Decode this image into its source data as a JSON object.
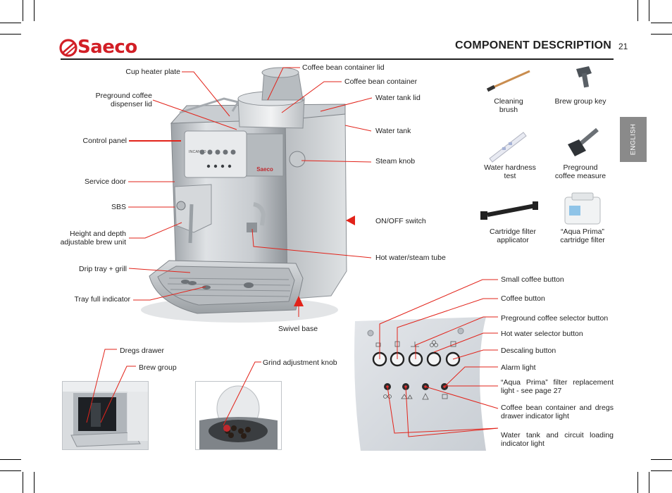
{
  "brand": "Saeco",
  "header": {
    "title": "COMPONENT DESCRIPTION",
    "page_number": "21"
  },
  "language_tab": "ENGLISH",
  "machine_labels": {
    "cup_heater_plate": "Cup heater plate",
    "preground_lid_1": "Preground coffee",
    "preground_lid_2": "dispenser lid",
    "control_panel": "Control panel",
    "service_door": "Service door",
    "sbs": "SBS",
    "brew_unit_1": "Height and depth",
    "brew_unit_2": "adjustable brew unit",
    "drip_tray": "Drip tray + grill",
    "tray_full": "Tray full indicator",
    "bean_lid": "Coffee bean container lid",
    "bean_container": "Coffee bean container",
    "water_tank_lid": "Water tank lid",
    "water_tank": "Water tank",
    "steam_knob": "Steam knob",
    "on_off": "ON/OFF switch",
    "hot_water_tube": "Hot water/steam tube",
    "swivel_base": "Swivel base"
  },
  "machine_panel_text": {
    "model": "INCANTO",
    "logo": "Saeco"
  },
  "accessories": {
    "cleaning_brush_1": "Cleaning",
    "cleaning_brush_2": "brush",
    "brew_group_key": "Brew group key",
    "water_hardness_1": "Water hardness",
    "water_hardness_2": "test",
    "preground_measure_1": "Preground",
    "preground_measure_2": "coffee measure",
    "cartridge_applicator_1": "Cartridge filter",
    "cartridge_applicator_2": "applicator",
    "aqua_prima_1": "“Aqua Prima”",
    "aqua_prima_2": "cartridge filter"
  },
  "bottom_labels": {
    "dregs_drawer": "Dregs drawer",
    "brew_group": "Brew group",
    "grind_knob": "Grind adjustment knob"
  },
  "panel_labels": {
    "small_coffee": "Small coffee button",
    "coffee": "Coffee button",
    "preground_selector": "Preground coffee selector button",
    "hot_water_selector": "Hot water selector button",
    "descaling": "Descaling button",
    "alarm": "Alarm light",
    "aqua_prima_light": "“Aqua Prima” filter replacement light - see page 27",
    "bean_dregs_light": "Coffee bean container and dregs drawer indicator light",
    "water_tank_light": "Water tank and circuit loading indicator light"
  },
  "colors": {
    "brand_red": "#d21f26",
    "callout_red": "#e2231a",
    "tab_gray": "#8a8a8a"
  }
}
